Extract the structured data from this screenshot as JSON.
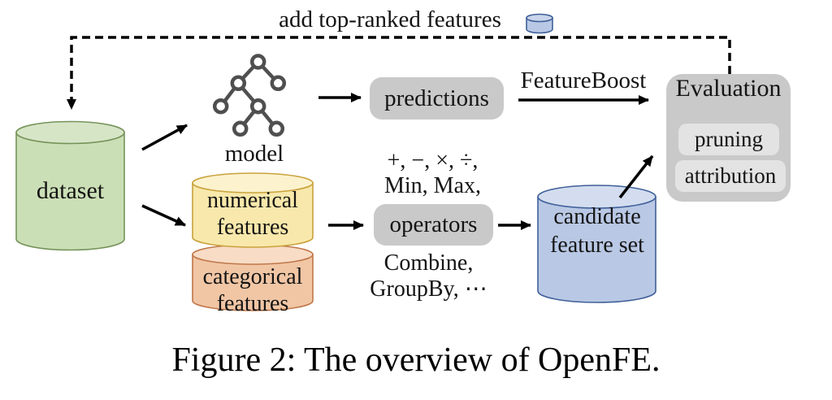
{
  "caption": "Figure 2: The overview of OpenFE.",
  "feedback": {
    "label": "add top-ranked features",
    "icon": "database-cylinder-icon"
  },
  "nodes": {
    "dataset": {
      "label": "dataset"
    },
    "model": {
      "label": "model",
      "icon": "decision-tree-icon"
    },
    "predictions": {
      "label": "predictions"
    },
    "numerical": {
      "label": "numerical features"
    },
    "categorical": {
      "label": "categorical features"
    },
    "operators": {
      "label": "operators",
      "above": [
        "+, −, ×, ÷,",
        "Min, Max,"
      ],
      "below": [
        "Combine,",
        "GroupBy, ⋯"
      ]
    },
    "candidate": {
      "label": "candidate feature set"
    },
    "evaluation": {
      "label": "Evaluation",
      "children": [
        "pruning",
        "attribution"
      ]
    }
  },
  "edges": {
    "featureboost_label": "FeatureBoost"
  },
  "colors": {
    "dataset_fill": "#cbdfb6",
    "dataset_stroke": "#75935a",
    "numerical_fill": "#f8e8ab",
    "numerical_stroke": "#c9a23c",
    "categorical_fill": "#f1c6a5",
    "categorical_stroke": "#c0774a",
    "candidate_fill": "#b9c8e4",
    "candidate_stroke": "#40609a",
    "box_fill": "#c9c9c9",
    "inner_box_fill": "#e3e3e3",
    "tree_color": "#4f4f4f",
    "arrow_color": "#000000"
  }
}
